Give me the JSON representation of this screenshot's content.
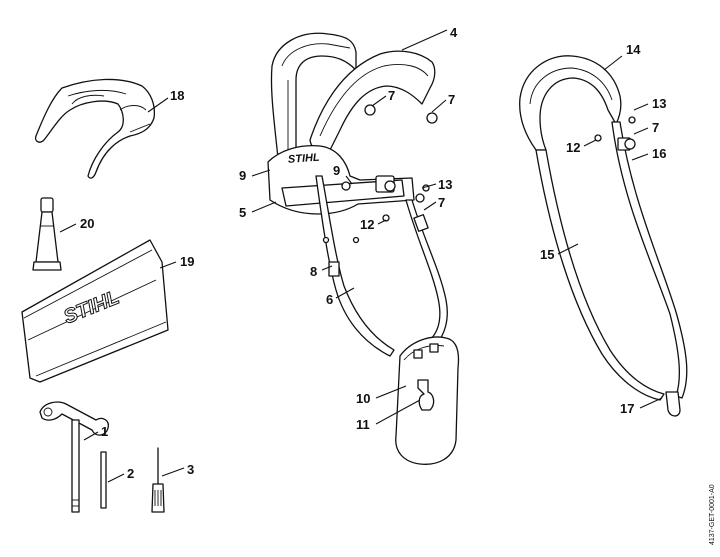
{
  "diagram": {
    "brand_mark": "STIHL",
    "doc_id": "4137-GET-0001-A0",
    "callouts": [
      {
        "id": "c4",
        "label": "4"
      },
      {
        "id": "c7a",
        "label": "7"
      },
      {
        "id": "c7b",
        "label": "7"
      },
      {
        "id": "c9a",
        "label": "9"
      },
      {
        "id": "c5",
        "label": "5"
      },
      {
        "id": "c9b",
        "label": "9"
      },
      {
        "id": "c13a",
        "label": "13"
      },
      {
        "id": "c7c",
        "label": "7"
      },
      {
        "id": "c12a",
        "label": "12"
      },
      {
        "id": "c8",
        "label": "8"
      },
      {
        "id": "c6",
        "label": "6"
      },
      {
        "id": "c10",
        "label": "10"
      },
      {
        "id": "c11",
        "label": "11"
      },
      {
        "id": "c14",
        "label": "14"
      },
      {
        "id": "c13b",
        "label": "13"
      },
      {
        "id": "c7d",
        "label": "7"
      },
      {
        "id": "c12b",
        "label": "12"
      },
      {
        "id": "c16",
        "label": "16"
      },
      {
        "id": "c15",
        "label": "15"
      },
      {
        "id": "c17",
        "label": "17"
      },
      {
        "id": "c18",
        "label": "18"
      },
      {
        "id": "c20",
        "label": "20"
      },
      {
        "id": "c19",
        "label": "19"
      },
      {
        "id": "c1",
        "label": "1"
      },
      {
        "id": "c2",
        "label": "2"
      },
      {
        "id": "c3",
        "label": "3"
      }
    ]
  }
}
